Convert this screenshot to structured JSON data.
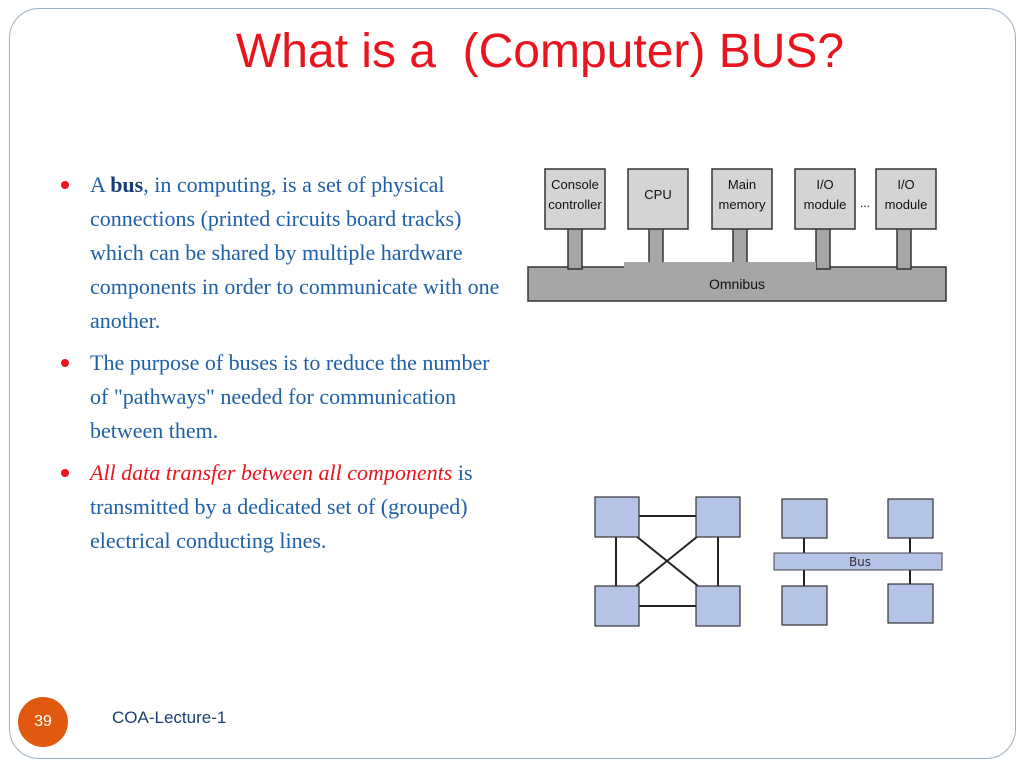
{
  "slide": {
    "title": "What is a  (Computer) BUS?",
    "bullets": [
      {
        "prefix": "A ",
        "keyword": "bus",
        "text": ", in computing, is a set of physical connections (printed circuits board tracks) which can be shared by multiple hardware components in order to communicate with one another."
      },
      {
        "text": "The purpose of buses is to reduce the number of \"pathways\" needed for communication between them."
      },
      {
        "highlight": "All data transfer between all components",
        "text": " is transmitted by a dedicated set of (grouped) electrical conducting lines."
      }
    ],
    "omnibus_diagram": {
      "modules": [
        "Console controller",
        "CPU",
        "Main memory",
        "I/O module",
        "I/O module"
      ],
      "ellipsis": "...",
      "bus_label": "Omnibus"
    },
    "topology_diagram": {
      "bus_label": "Bus"
    },
    "page_number": "39",
    "footer": "COA-Lecture-1",
    "colors": {
      "title": "#e8141e",
      "body_text": "#1f5fa6",
      "node_fill": "#b4c3e6",
      "badge": "#e1590f"
    }
  }
}
